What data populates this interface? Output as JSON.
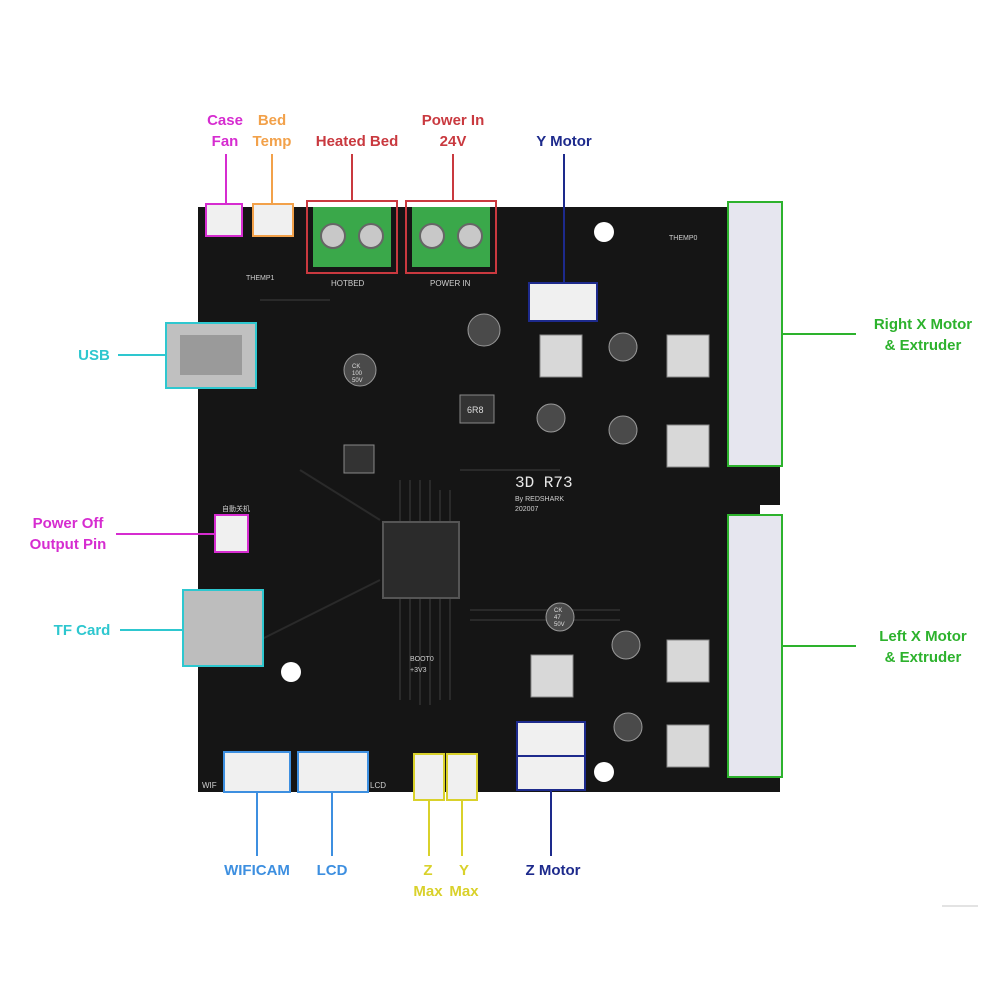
{
  "board": {
    "silk_title": "3D R73",
    "silk_by": "By REDSHARK",
    "silk_date": "202007",
    "silk_hotbed": "HOTBED",
    "silk_power_in": "POWER IN",
    "silk_temp0": "THEMP0",
    "silk_temp1": "THEMP1",
    "silk_wifi": "WIF",
    "silk_lcd": "LCD",
    "silk_boot": "BOOT0",
    "silk_3v3": "+3V3",
    "silk_auto_off": "自動关机",
    "cap_text": [
      "CK",
      "100",
      "50V"
    ],
    "cap_small_text": [
      "CK",
      "47",
      "50V"
    ],
    "inductor_text": "6R8"
  },
  "labels": {
    "case_fan": [
      "Case",
      "Fan"
    ],
    "bed_temp": [
      "Bed",
      "Temp"
    ],
    "heated_bed": "Heated Bed",
    "power_in": [
      "Power In",
      "24V"
    ],
    "y_motor": "Y Motor",
    "right_x_motor": [
      "Right X Motor",
      "& Extruder"
    ],
    "usb": "USB",
    "power_off": [
      "Power Off",
      "Output Pin"
    ],
    "tf_card": "TF Card",
    "left_x_motor": [
      "Left X Motor",
      "& Extruder"
    ],
    "wificam": "WIFICAM",
    "lcd": "LCD",
    "z_max": [
      "Z",
      "Max"
    ],
    "y_max": [
      "Y",
      "Max"
    ],
    "z_motor": "Z Motor"
  },
  "colors": {
    "magenta": "#d62cd0",
    "orange": "#f2a14a",
    "red": "#c9393f",
    "navy": "#1d2a8c",
    "green": "#2db22d",
    "cyan": "#2ec7cf",
    "blue": "#3d8fe0",
    "yellow": "#d9d12b",
    "pcb": "#151515",
    "terminal": "#3aa84a"
  }
}
